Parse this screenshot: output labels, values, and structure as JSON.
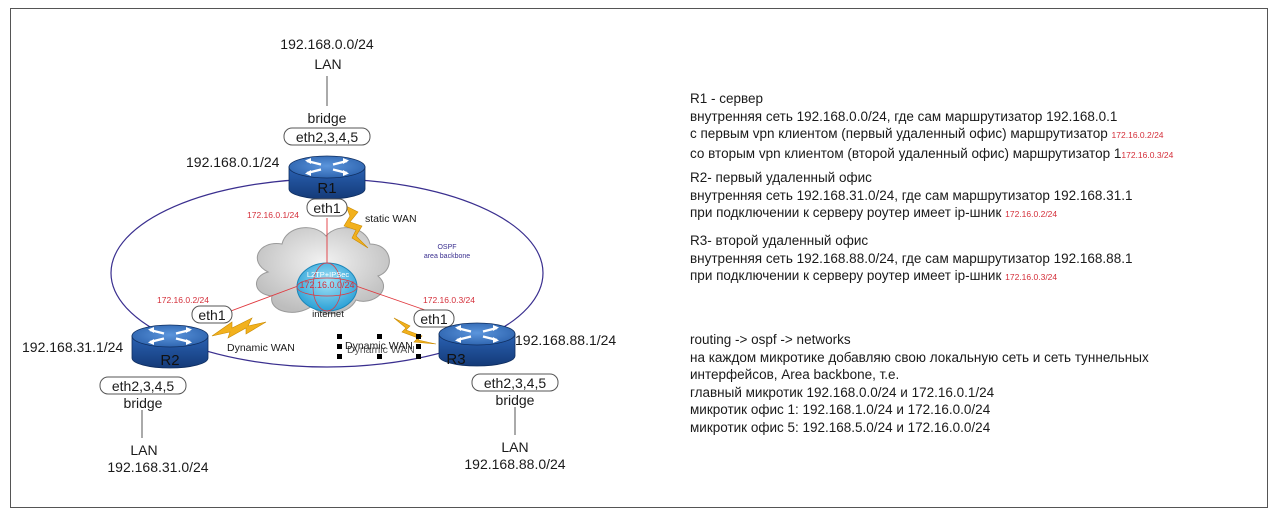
{
  "r1": {
    "lan_subnet": "192.168.0.0/24",
    "lan_label": "LAN",
    "bridge_label": "bridge",
    "ports_label": "eth2,3,4,5",
    "router_ip": "192.168.0.1/24",
    "router_name": "R1",
    "wan_port": "eth1",
    "tunnel_ip": "172.16.0.1/24",
    "link_label": "static WAN"
  },
  "r2": {
    "lan_subnet": "192.168.31.0/24",
    "lan_label": "LAN",
    "bridge_label": "bridge",
    "ports_label": "eth2,3,4,5",
    "router_ip": "192.168.31.1/24",
    "router_name": "R2",
    "wan_port": "eth1",
    "tunnel_ip": "172.16.0.2/24",
    "link_label": "Dynamic WAN"
  },
  "r3": {
    "lan_subnet": "192.168.88.0/24",
    "lan_label": "LAN",
    "bridge_label": "bridge",
    "ports_label": "eth2,3,4,5",
    "router_ip": "192.168.88.1/24",
    "router_name": "R3",
    "wan_port": "eth1",
    "tunnel_ip": "172.16.0.3/24",
    "link_label": "Dynamic WAN",
    "link_label_overlap": "Dynamic WAN"
  },
  "cloud": {
    "vpn_label": "L2TP+IPSec",
    "vpn_subnet": "172.16.0.0/24",
    "internet_label": "internet"
  },
  "ospf": {
    "title": "OSPF",
    "area": "area backbone"
  },
  "notes": {
    "r1": {
      "title": "R1 - сервер",
      "line1": "внутренняя сеть 192.168.0.0/24, где сам маршрутизатор 192.168.0.1",
      "line2": "с первым vpn клиентом (первый удаленный офис) маршрутизатор ",
      "line2_ip": "172.16.0.2/24",
      "line3": "со вторым vpn клиентом (второй удаленный офис) маршрутизатор 1",
      "line3_ip": "172.16.0.3/24"
    },
    "r2": {
      "title": "R2- первый удаленный офис",
      "line1": "внутренняя сеть 192.168.31.0/24, где сам маршрутизатор 192.168.31.1",
      "line2": "при подключении к серверу роутер имеет ip-шник ",
      "line2_ip": "172.16.0.2/24"
    },
    "r3": {
      "title": "R3- второй удаленный офис",
      "line1": "внутренняя сеть 192.168.88.0/24, где сам маршрутизатор 192.168.88.1",
      "line2": "при подключении к серверу роутер имеет ip-шник ",
      "line2_ip": "172.16.0.3/24"
    },
    "routing": {
      "line1": "routing -> ospf -> networks",
      "line2": "на каждом микротике добавляю свою локальную сеть и сеть туннельных",
      "line3": "интерфейсов, Area backbone, т.е.",
      "line4": "главный микротик 192.168.0.0/24 и 172.16.0.1/24",
      "line5": "микротик офис 1: 192.168.1.0/24 и 172.16.0.0/24",
      "line6": "микротик офис 5: 192.168.5.0/24 и 172.16.0.0/24"
    }
  },
  "colors": {
    "router_body": "#1f4f9a",
    "router_top": "#3d7ac8",
    "ospf_ring": "#3a2f8f",
    "tunnel_line": "#e0383e",
    "ip_red": "#d42f3a",
    "lightning": "#f2b11d",
    "vpn_globe": "#45b3e0",
    "cloud": "#d9d9d9"
  }
}
